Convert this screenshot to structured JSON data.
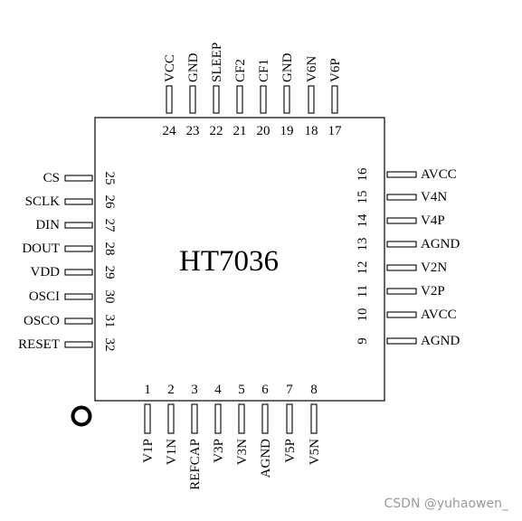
{
  "chip": {
    "name": "HT7036"
  },
  "pins": {
    "top": [
      {
        "num": "24",
        "label": "VCC"
      },
      {
        "num": "23",
        "label": "GND"
      },
      {
        "num": "22",
        "label": "SLEEP"
      },
      {
        "num": "21",
        "label": "CF2"
      },
      {
        "num": "20",
        "label": "CF1"
      },
      {
        "num": "19",
        "label": "GND"
      },
      {
        "num": "18",
        "label": "V6N"
      },
      {
        "num": "17",
        "label": "V6P"
      }
    ],
    "left": [
      {
        "num": "25",
        "label": "CS"
      },
      {
        "num": "26",
        "label": "SCLK"
      },
      {
        "num": "27",
        "label": "DIN"
      },
      {
        "num": "28",
        "label": "DOUT"
      },
      {
        "num": "29",
        "label": "VDD"
      },
      {
        "num": "30",
        "label": "OSCI"
      },
      {
        "num": "31",
        "label": "OSCO"
      },
      {
        "num": "32",
        "label": "RESET"
      }
    ],
    "right": [
      {
        "num": "16",
        "label": "AVCC"
      },
      {
        "num": "15",
        "label": "V4N"
      },
      {
        "num": "14",
        "label": "V4P"
      },
      {
        "num": "13",
        "label": "AGND"
      },
      {
        "num": "12",
        "label": "V2N"
      },
      {
        "num": "11",
        "label": "V2P"
      },
      {
        "num": "10",
        "label": "AVCC"
      },
      {
        "num": "9",
        "label": "AGND"
      }
    ],
    "bottom": [
      {
        "num": "1",
        "label": "V1P"
      },
      {
        "num": "2",
        "label": "V1N"
      },
      {
        "num": "3",
        "label": "REFCAP"
      },
      {
        "num": "4",
        "label": "V3P"
      },
      {
        "num": "5",
        "label": "V3N"
      },
      {
        "num": "6",
        "label": "AGND"
      },
      {
        "num": "7",
        "label": "V5P"
      },
      {
        "num": "8",
        "label": "V5N"
      }
    ]
  },
  "watermark": "CSDN @yuhaowen_",
  "colors": {
    "stroke": "#000000",
    "background": "#ffffff",
    "watermark": "#9a9a9a"
  }
}
